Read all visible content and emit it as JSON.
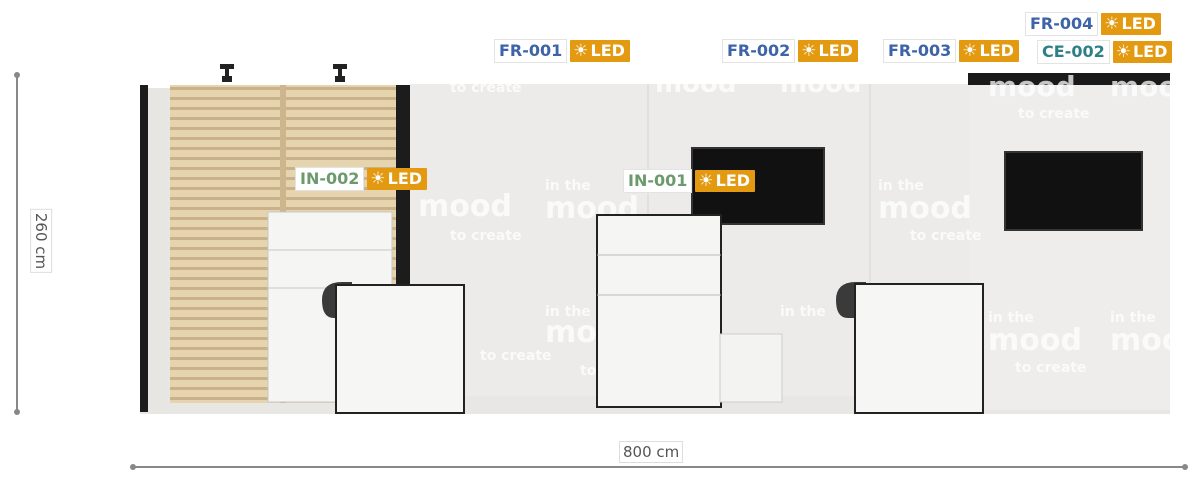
{
  "dimensions": {
    "height_label": "260 cm",
    "width_label": "800 cm"
  },
  "branding": {
    "line1": "in the",
    "line2": "mood",
    "line3": "to create"
  },
  "tags": [
    {
      "code": "FR-001",
      "led": "LED",
      "kind": "fr"
    },
    {
      "code": "FR-002",
      "led": "LED",
      "kind": "fr"
    },
    {
      "code": "FR-003",
      "led": "LED",
      "kind": "fr"
    },
    {
      "code": "FR-004",
      "led": "LED",
      "kind": "fr"
    },
    {
      "code": "CE-002",
      "led": "LED",
      "kind": "ce"
    },
    {
      "code": "IN-002",
      "led": "LED",
      "kind": "in"
    },
    {
      "code": "IN-001",
      "led": "LED",
      "kind": "in"
    }
  ],
  "colors": {
    "led_badge": "#e39a11",
    "fr_code": "#3d64a8",
    "ce_code": "#2f7f86",
    "in_code": "#6d9a6d",
    "wall": "#ecebea",
    "slats": "#e2cfa8"
  },
  "icons": {
    "led": "sun-icon"
  }
}
